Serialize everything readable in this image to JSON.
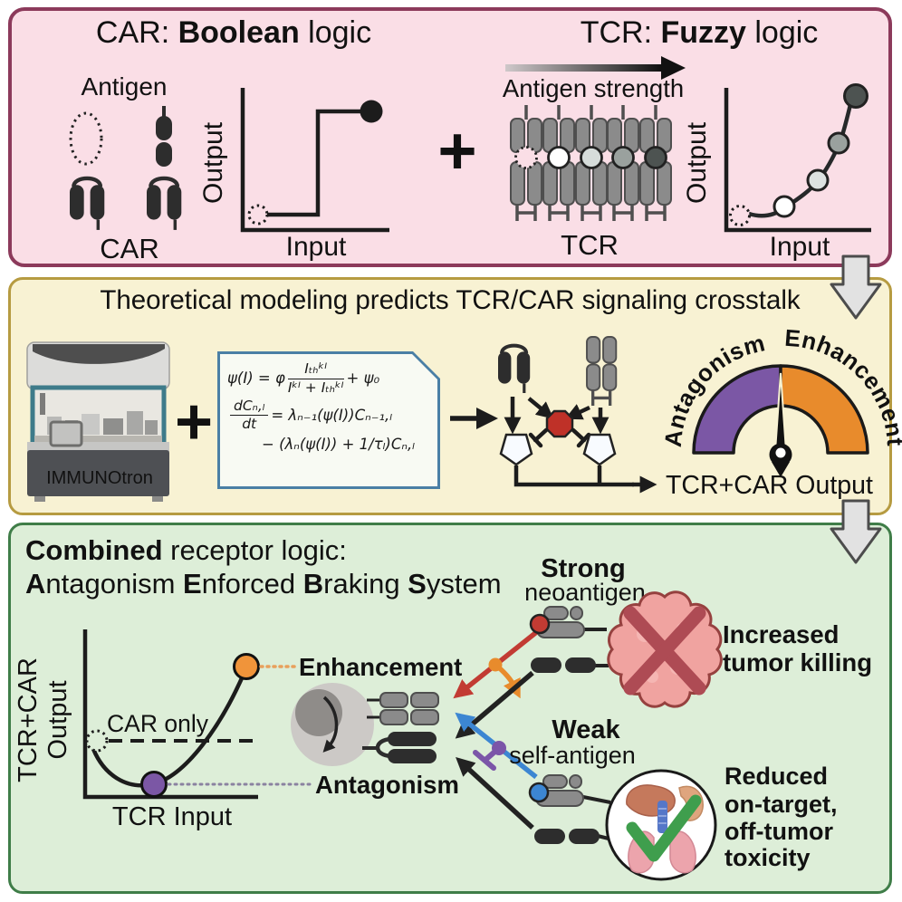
{
  "plus_sign": "+",
  "panels": {
    "boolean": {
      "title": {
        "prefix": "CAR: ",
        "bold": "Boolean",
        "suffix": " logic"
      },
      "antigen_label": "Antigen",
      "receptor_label": "CAR",
      "plot": {
        "ylabel": "Output",
        "xlabel": "Input"
      }
    },
    "fuzzy": {
      "title": {
        "prefix": "TCR: ",
        "bold": "Fuzzy",
        "suffix": " logic"
      },
      "strength_label": "Antigen strength",
      "receptor_label": "TCR",
      "plot": {
        "ylabel": "Output",
        "xlabel": "Input"
      }
    },
    "model": {
      "title": "Theoretical modeling predicts TCR/CAR signaling crosstalk",
      "machine_label": "IMMUNOtron",
      "equations": {
        "eq1_lhs": "ψ(I) = φ",
        "eq1_num": "Iₜₕᵏᴵ",
        "eq1_den": "Iᵏᴵ + Iₜₕᵏᴵ",
        "eq1_rhs": "+ ψ₀",
        "eq2_num": "dCₙ,ₗ",
        "eq2_den": "dt",
        "eq2_rhs": "= λₙ₋₁(ψ(I))Cₙ₋₁,ₗ",
        "eq2_cont": "− (λₙ(ψ(I)) + 1/τₗ)Cₙ,ₗ"
      },
      "gauge": {
        "left": "Antagonism",
        "right": "Enhancement"
      },
      "output_label": "TCR+CAR Output"
    },
    "aebs": {
      "title_line1": {
        "bold": "Combined",
        "rest": " receptor logic:"
      },
      "title_line2": {
        "b1": "A",
        "r1": "ntagonism ",
        "b2": "E",
        "r2": "nforced ",
        "b3": "B",
        "r3": "raking ",
        "b4": "S",
        "r4": "ystem"
      },
      "plot": {
        "ylabel_line1": "TCR+CAR",
        "ylabel_line2": "Output",
        "xlabel": "TCR Input",
        "reference": "CAR only",
        "enhancement": "Enhancement",
        "antagonism": "Antagonism"
      },
      "strong": {
        "title": "Strong",
        "subtitle": "neoantigen"
      },
      "weak": {
        "title": "Weak",
        "subtitle": "self-antigen"
      },
      "tumor_outcome": {
        "highlight": "Increased",
        "rest": "tumor killing"
      },
      "toxicity_outcome": {
        "highlight": "Reduced",
        "line1": "on-target,",
        "line2": "off-tumor",
        "line3": "toxicity"
      }
    }
  },
  "colors": {
    "panel_boolean_bg": "#fadee6",
    "panel_boolean_border": "#8c3a5b",
    "panel_model_bg": "#f8f2d3",
    "panel_model_border": "#b69b41",
    "panel_aebs_bg": "#ddeed8",
    "panel_aebs_border": "#3f7d48",
    "antagonism_purple": "#7b57a5",
    "enhancement_orange": "#e88b2c",
    "strong_red": "#bf3a33",
    "weak_blue": "#3c86d2",
    "stop_red": "#bf3128",
    "tumor_pink": "#f0a3a0",
    "check_green": "#3f9e4d"
  }
}
